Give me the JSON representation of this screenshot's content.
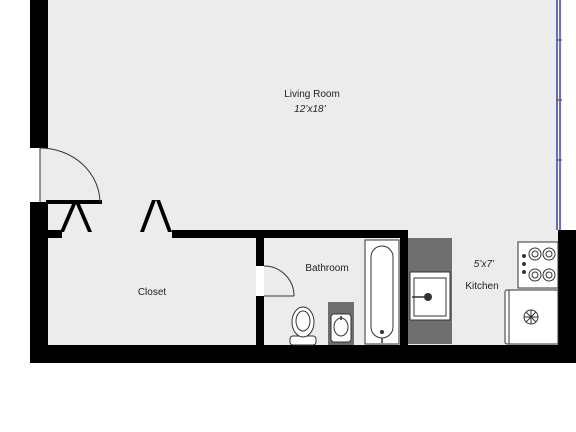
{
  "rooms": {
    "living_room": {
      "name": "Living Room",
      "dimensions": "12’x18’"
    },
    "closet": {
      "name": "Closet"
    },
    "bathroom": {
      "name": "Bathroom"
    },
    "kitchen": {
      "name": "Kitchen",
      "dimensions": "5’x7’"
    }
  },
  "colors": {
    "wall": "#000000",
    "floor": "#ececec",
    "window": "#3b3bd6",
    "fixture_fill": "#ffffff",
    "fixture_stroke": "#333333",
    "counter": "#6f6f6f"
  },
  "fixtures": [
    {
      "name": "bathtub",
      "icon": "bathtub-icon"
    },
    {
      "name": "toilet",
      "icon": "toilet-icon"
    },
    {
      "name": "bathroom-sink",
      "icon": "sink-icon"
    },
    {
      "name": "kitchen-sink",
      "icon": "kitchen-sink-icon"
    },
    {
      "name": "stove",
      "icon": "stove-icon"
    },
    {
      "name": "refrigerator",
      "icon": "refrigerator-icon"
    }
  ]
}
